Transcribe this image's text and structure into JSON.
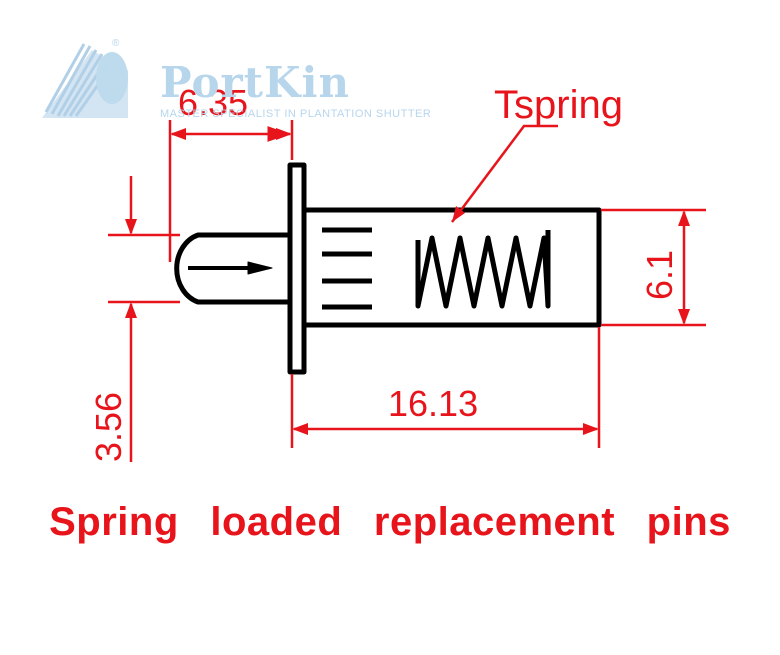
{
  "logo": {
    "brand": "PortKin",
    "tagline": "MASTER SPECIALIST IN PLANTATION SHUTTER",
    "registered": "®"
  },
  "dimensions": {
    "pin_extension": "6.35",
    "pin_diameter": "3.56",
    "body_length": "16.13",
    "body_diameter": "6.1"
  },
  "callout": {
    "spring_label": "Tspring"
  },
  "caption": "Spring loaded replacement pins",
  "colors": {
    "dimension_red": "#e8141b",
    "outline": "#000000",
    "watermark": "#b7d6ec"
  }
}
